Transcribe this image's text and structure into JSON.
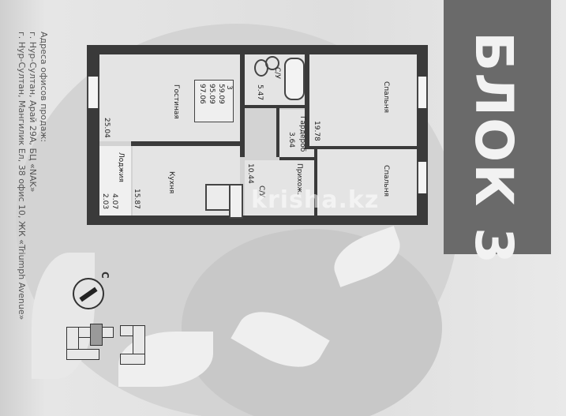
{
  "banner": {
    "title": "БЛОК 3"
  },
  "address": {
    "lines": [
      "Адреса офисов продаж:",
      "г. Нур-Султан, Арай 29А, БЦ «NAK»",
      "г. Нур-Султан, Мангилик Ел, 38 офис 10, ЖК «Triumph Avenue»"
    ]
  },
  "areas": {
    "living": "59.09",
    "total": "95.09",
    "full": "97.06",
    "rooms": "3"
  },
  "rooms": {
    "living_room": {
      "name": "Гостиная",
      "area": "25.04"
    },
    "kitchen": {
      "name": "Кухня",
      "area": "15.87"
    },
    "loggia": {
      "name": "Лоджия",
      "area1": "4.07",
      "area2": "2.03"
    },
    "bathroom": {
      "name": "С/У",
      "area": "5.47"
    },
    "bedroom1": {
      "name": "Спальня",
      "area": "19.78"
    },
    "bedroom2": {
      "name": "Спальня",
      "area": ""
    },
    "wardrobe": {
      "name": "Гардероб",
      "area": "3.64"
    },
    "hall": {
      "name": "Прихож.",
      "area": "10.44"
    },
    "wc": {
      "name": "С/У",
      "area": ""
    }
  },
  "compass": {
    "label": "С"
  },
  "watermark": {
    "text": "krisha.kz"
  }
}
